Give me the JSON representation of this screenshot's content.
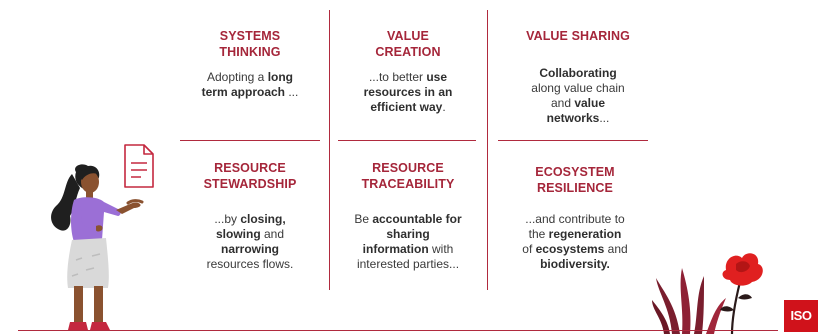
{
  "cells": [
    {
      "title": [
        "SYSTEMS",
        "THINKING"
      ],
      "body": [
        [
          {
            "t": "Adopting a "
          },
          {
            "t": "long",
            "b": true
          }
        ],
        [
          {
            "t": "term approach",
            "b": true
          },
          {
            "t": " ..."
          }
        ]
      ]
    },
    {
      "title": [
        "VALUE",
        "CREATION"
      ],
      "body": [
        [
          {
            "t": "...to better "
          },
          {
            "t": "use",
            "b": true
          }
        ],
        [
          {
            "t": "resources in an",
            "b": true
          }
        ],
        [
          {
            "t": "efficient way",
            "b": true
          },
          {
            "t": "."
          }
        ]
      ]
    },
    {
      "title": [
        "VALUE SHARING"
      ],
      "body": [
        [
          {
            "t": "Collaborating",
            "b": true
          }
        ],
        [
          {
            "t": "along value chain"
          }
        ],
        [
          {
            "t": "and "
          },
          {
            "t": "value",
            "b": true
          }
        ],
        [
          {
            "t": "networks",
            "b": true
          },
          {
            "t": "..."
          }
        ]
      ]
    },
    {
      "title": [
        "RESOURCE",
        "STEWARDSHIP"
      ],
      "body": [
        [
          {
            "t": "...by "
          },
          {
            "t": "closing,",
            "b": true
          }
        ],
        [
          {
            "t": "slowing",
            "b": true
          },
          {
            "t": " and"
          }
        ],
        [
          {
            "t": "narrowing",
            "b": true
          }
        ],
        [
          {
            "t": "resources flows."
          }
        ]
      ]
    },
    {
      "title": [
        "RESOURCE",
        "TRACEABILITY"
      ],
      "body": [
        [
          {
            "t": "Be "
          },
          {
            "t": "accountable for",
            "b": true
          }
        ],
        [
          {
            "t": "sharing",
            "b": true
          }
        ],
        [
          {
            "t": "information",
            "b": true
          },
          {
            "t": " with"
          }
        ],
        [
          {
            "t": "interested parties..."
          }
        ]
      ]
    },
    {
      "title": [
        "ECOSYSTEM",
        "RESILIENCE"
      ],
      "body": [
        [
          {
            "t": "...and contribute to"
          }
        ],
        [
          {
            "t": "the "
          },
          {
            "t": "regeneration",
            "b": true
          }
        ],
        [
          {
            "t": "of "
          },
          {
            "t": "ecosystems",
            "b": true
          },
          {
            "t": " and"
          }
        ],
        [
          {
            "t": "biodiversity.",
            "b": true
          }
        ]
      ]
    }
  ],
  "logo": {
    "text": "ISO"
  },
  "colors": {
    "accent": "#a5263a",
    "text": "#3a3a3a",
    "iso_red": "#d0121b"
  },
  "icons": [
    "document-icon",
    "woman-presenting-illustration",
    "red-flower-illustration"
  ]
}
